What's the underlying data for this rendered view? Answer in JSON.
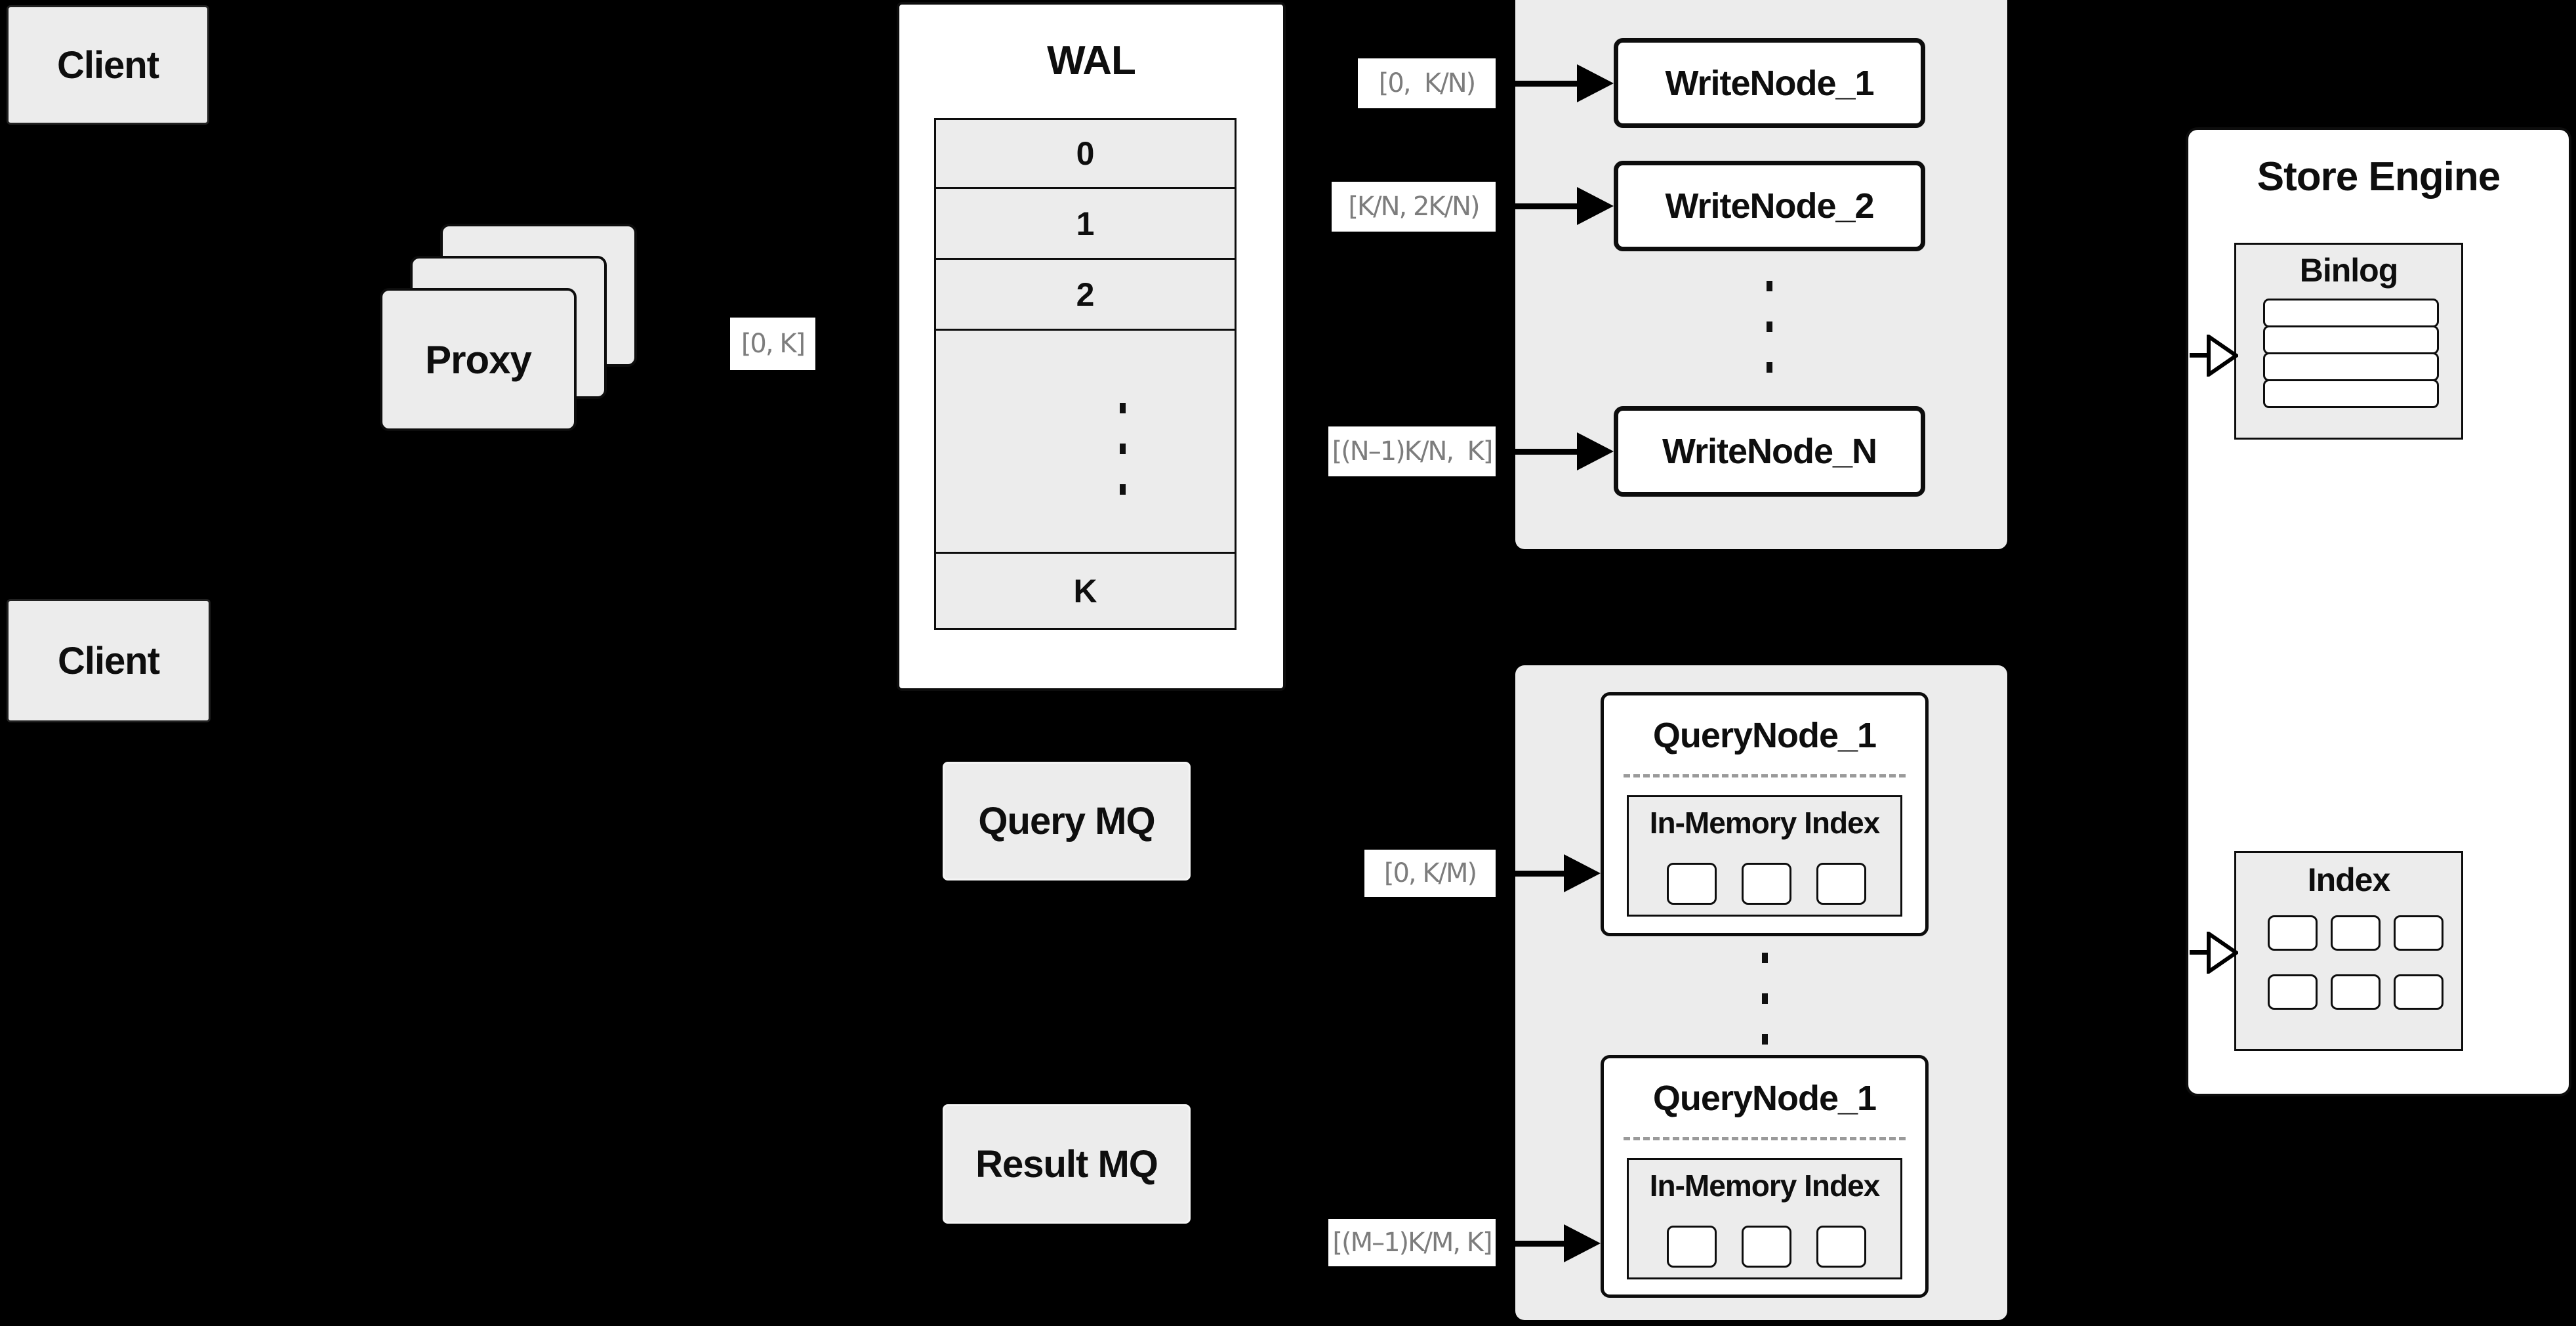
{
  "colors": {
    "background": "#000000",
    "box_gray": "#ececec",
    "box_white": "#ffffff",
    "border_black": "#0d0d0d",
    "range_label_text": "#7d7d7d"
  },
  "clients": {
    "top_label": "Client",
    "bottom_label": "Client"
  },
  "proxy": {
    "label": "Proxy"
  },
  "wal": {
    "title": "WAL",
    "segments": [
      "0",
      "1",
      "2"
    ],
    "last_segment": "K"
  },
  "edge_labels": {
    "proxy_to_wal": "[0, K]",
    "write_1": "[0,  K/N)",
    "write_2": "[K/N, 2K/N)",
    "write_n": "[(N–1)K/N,  K]",
    "query_1": "[0, K/M)",
    "query_m": "[(M–1)K/M, K]"
  },
  "write_nodes": {
    "node_1": "WriteNode_1",
    "node_2": "WriteNode_2",
    "node_n": "WriteNode_N"
  },
  "store_engine": {
    "title": "Store Engine",
    "binlog_title": "Binlog",
    "binlog_row_count": 4,
    "index_title": "Index",
    "index_cell_count": 6
  },
  "mq": {
    "query": "Query MQ",
    "result": "Result MQ"
  },
  "query_nodes": {
    "node_top_title": "QueryNode_1",
    "node_bottom_title": "QueryNode_1",
    "inner_title": "In-Memory Index",
    "inner_cell_count": 3
  },
  "icons": {
    "filled_arrow": "black solid right-pointing arrow",
    "hollow_arrow": "open white right-pointing arrow"
  }
}
